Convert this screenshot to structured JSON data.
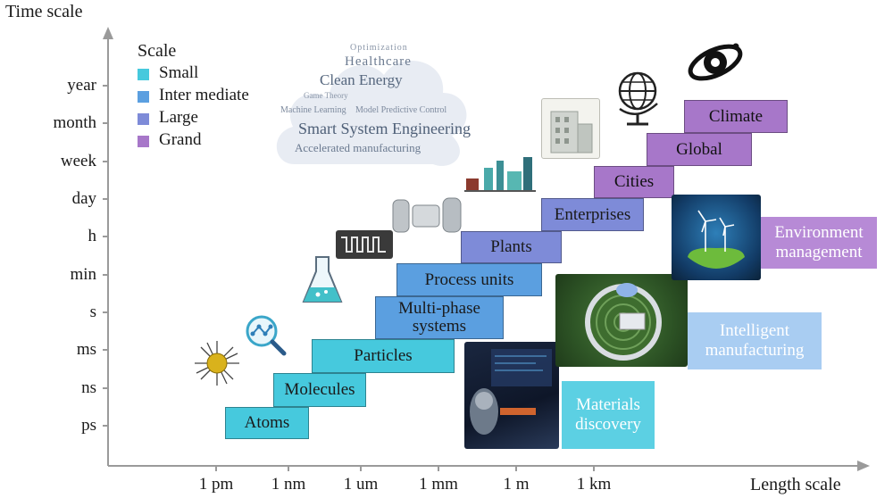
{
  "axes": {
    "y_title": "Time scale",
    "x_title": "Length scale",
    "y_ticks": [
      "year",
      "month",
      "week",
      "day",
      "h",
      "min",
      "s",
      "ms",
      "ns",
      "ps"
    ],
    "x_ticks": [
      "1 pm",
      "1 nm",
      "1 um",
      "1 mm",
      "1 m",
      "1 km"
    ]
  },
  "legend": {
    "title": "Scale",
    "items": [
      {
        "label": "Small",
        "color": "#46c9dd"
      },
      {
        "label": "Inter mediate",
        "color": "#5b9fe0"
      },
      {
        "label": "Large",
        "color": "#7e8bd8"
      },
      {
        "label": "Grand",
        "color": "#a777c9"
      }
    ]
  },
  "wordcloud": [
    "Optimization",
    "Healthcare",
    "Clean Energy",
    "Smart System Engineering",
    "Accelerated manufacturing",
    "Machine Learning",
    "Model Predictive Control",
    "Game Theory"
  ],
  "steps": {
    "atoms": "Atoms",
    "molecules": "Molecules",
    "particles": "Particles",
    "multiphase": "Multi-phase systems",
    "process_units": "Process units",
    "plants": "Plants",
    "enterprises": "Enterprises",
    "cities": "Cities",
    "global": "Global",
    "climate": "Climate"
  },
  "applications": {
    "materials": "Materials discovery",
    "manufacturing": "Intelligent manufacturing",
    "environment": "Environment management"
  }
}
